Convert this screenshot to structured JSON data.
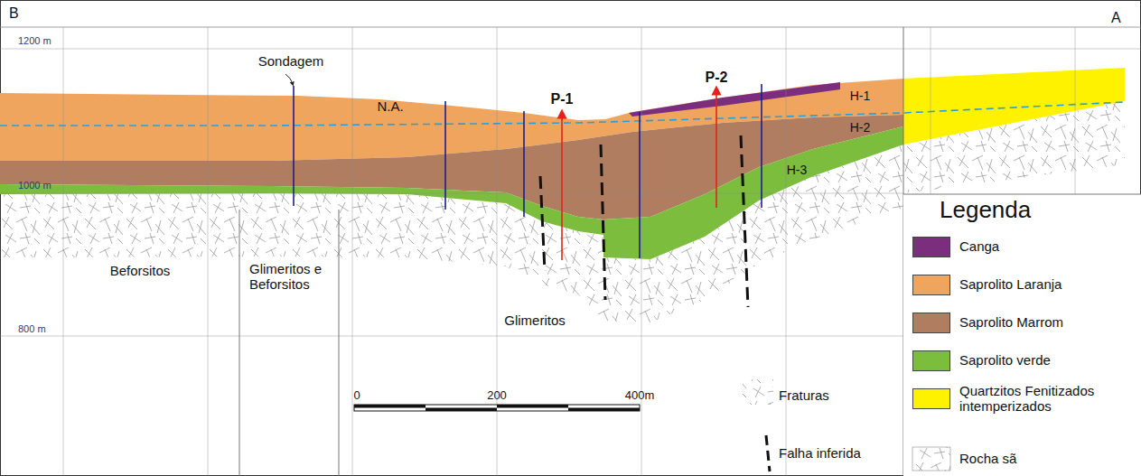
{
  "diagram": {
    "labels": [
      "B",
      "A",
      "1200 m",
      "1000 m",
      "800 m",
      "Sondagem",
      "N.A.",
      "P-1",
      "P-2",
      "H-1",
      "H-2",
      "H-3",
      "Beforsitos",
      "Glimeritos e Beforsitos",
      "Glimeritos",
      "0",
      "200",
      "400m",
      "Legenda"
    ],
    "legend": [
      {
        "text": "Canga",
        "color": "#7b2d7e"
      },
      {
        "text": "Saprolito Laranja",
        "color": "#f0a55f"
      },
      {
        "text": "Saprolito Marrom",
        "color": "#b07d60"
      },
      {
        "text": "Saprolito verde",
        "color": "#7cbd3e"
      },
      {
        "text": "Quartzitos Fenitizados intemperizados",
        "color": "#fff200"
      },
      {
        "text": "Fraturas"
      },
      {
        "text": "Falha inferida"
      },
      {
        "text": "Rocha sã"
      }
    ]
  }
}
